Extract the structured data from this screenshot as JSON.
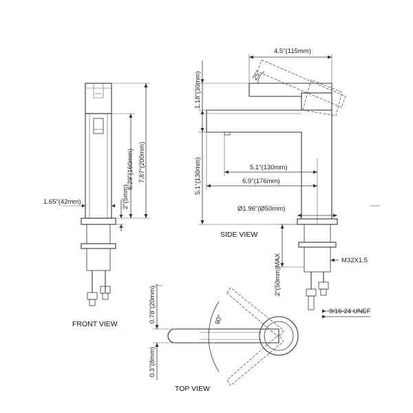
{
  "views": {
    "front": "FRONT VIEW",
    "side": "SIDE VIEW",
    "top": "TOP VIEW"
  },
  "dimensions": {
    "spout_reach": "4.5\"(115mm)",
    "handle_angle": "25°",
    "handle_height": "1.18\"(30mm)",
    "aerator_to_base": "5.1\"(130mm)",
    "spout_height": "5.1\"(130mm)",
    "overall_reach": "6.9\"(176mm)",
    "base_diameter": "Ø1.96\"(Ø50mm)",
    "shank_thread": "M32X1.5",
    "max_deck": "2\"(50mm)MAX",
    "supply_thread": "9/16-24 UNEF",
    "body_width": "1.65\"(42mm)",
    "body_height": "6.29\"(160mm)",
    "total_height": "7.87\"(200mm)",
    "base_plate": "2\"(5mm)",
    "handle_width": "0.78\"(20mm)",
    "handle_thickness": "0.3\"(8mm)",
    "rotation_angle": "90°"
  }
}
